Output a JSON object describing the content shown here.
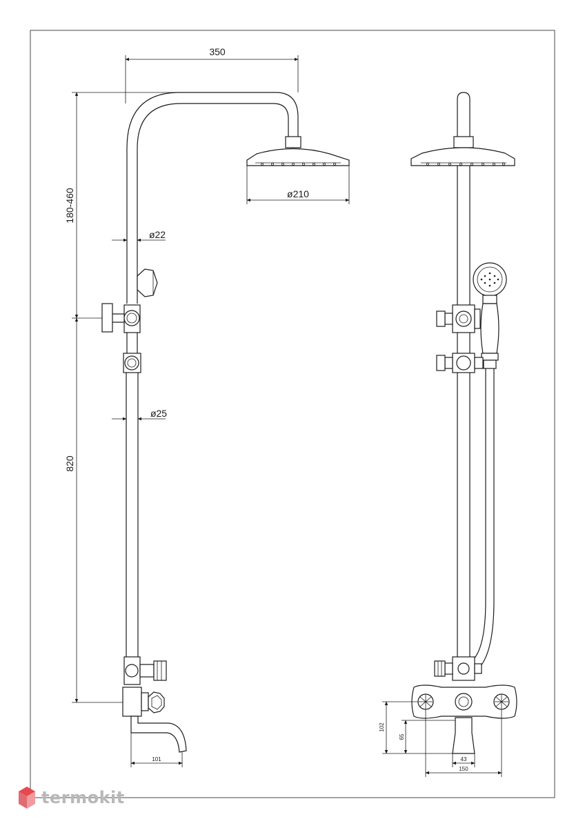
{
  "dimensions": {
    "head_reach": "350",
    "height_adjust": "180-460",
    "head_diameter": "ø210",
    "upper_pipe_diameter": "ø22",
    "lower_pipe_diameter": "ø25",
    "lower_height": "820",
    "spout_length": "101",
    "outlet_height": "102",
    "spout_drop": "65",
    "spout_width": "43",
    "center_distance": "150"
  },
  "watermark": {
    "brand": "termokit"
  },
  "colors": {
    "line": "#1a1a1a",
    "watermark_gray": "#b8b8b8",
    "watermark_red": "#e8474f"
  }
}
